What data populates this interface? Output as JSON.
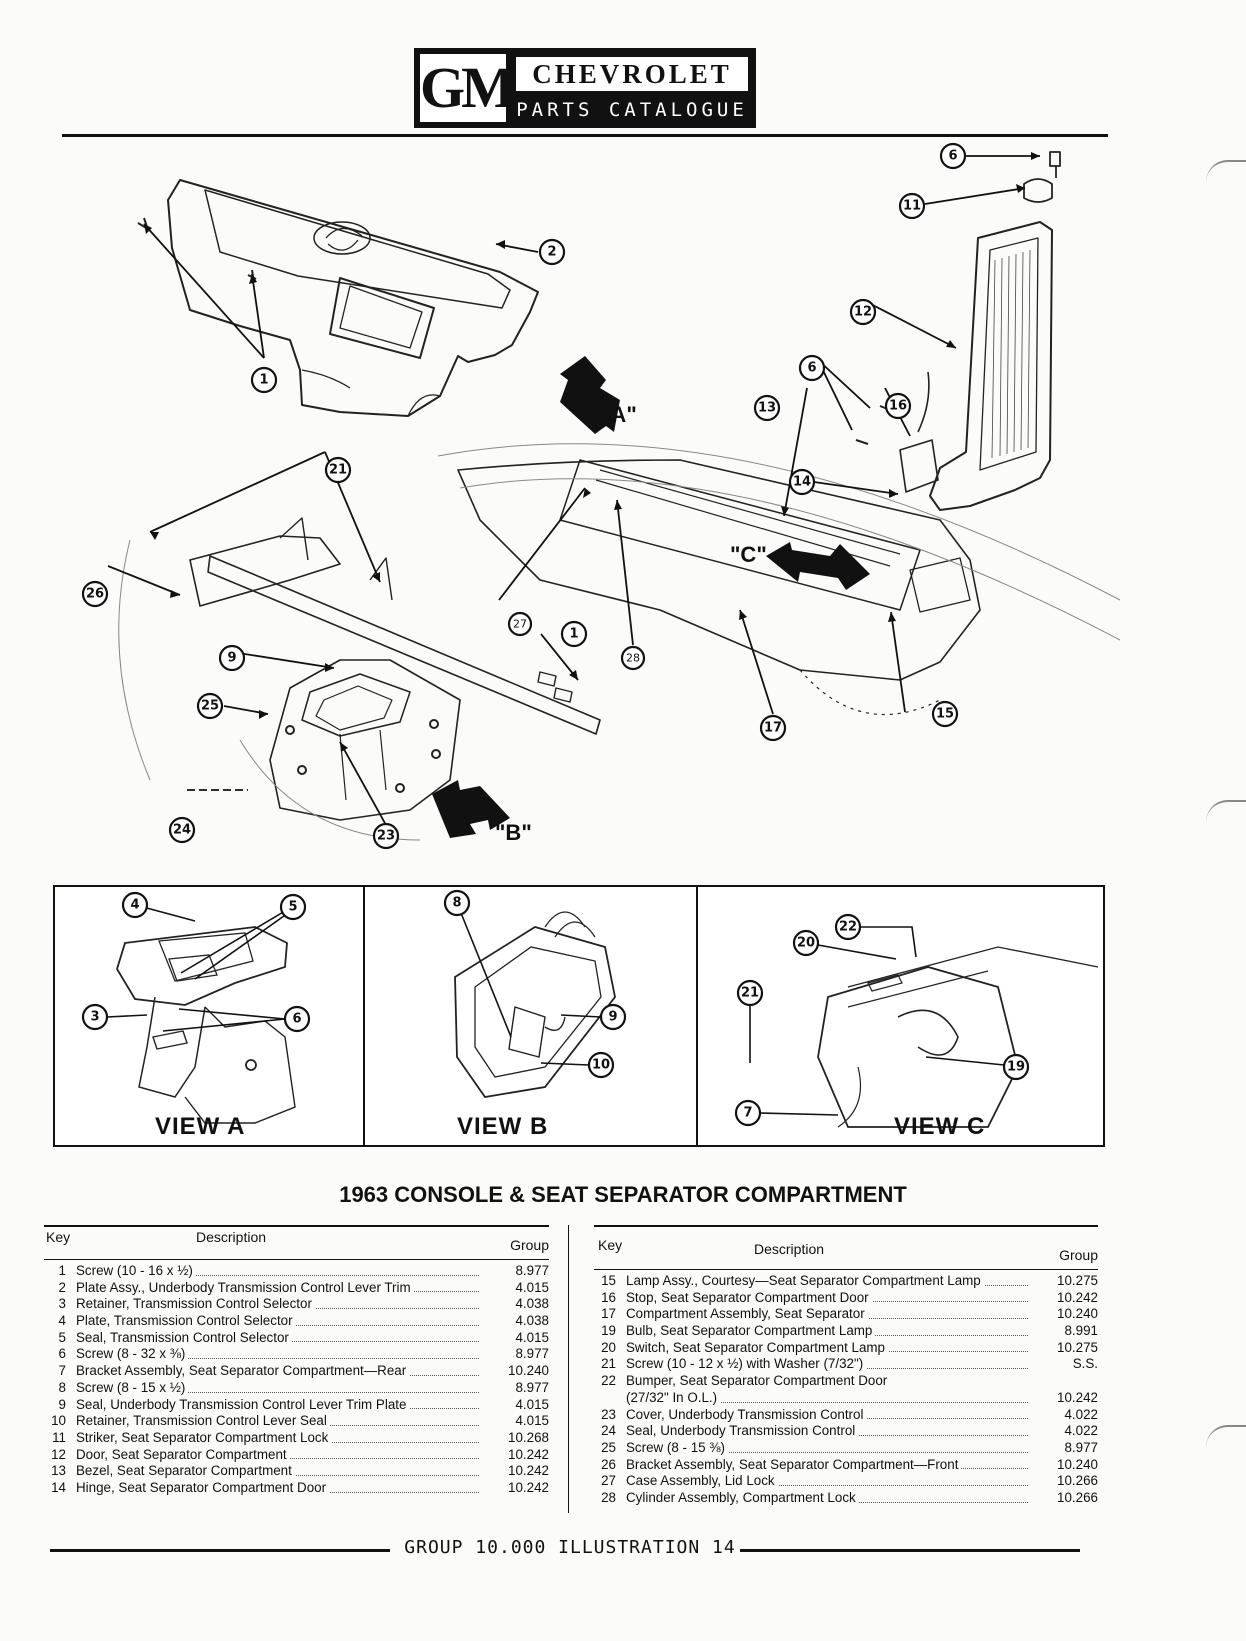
{
  "header": {
    "logo": "GM",
    "brand": "CHEVROLET",
    "subtitle": "PARTS CATALOGUE"
  },
  "diagram": {
    "direction_labels": [
      "\"A\"",
      "\"B\"",
      "\"C\""
    ],
    "callouts_main": [
      "1",
      "2",
      "6",
      "11",
      "12",
      "13",
      "6",
      "16",
      "14",
      "21",
      "26",
      "27",
      "28",
      "1",
      "9",
      "25",
      "24",
      "23",
      "17",
      "15"
    ],
    "views": [
      {
        "label": "VIEW A",
        "callouts": [
          "4",
          "5",
          "3",
          "6"
        ]
      },
      {
        "label": "VIEW B",
        "callouts": [
          "8",
          "9",
          "10"
        ]
      },
      {
        "label": "VIEW C",
        "callouts": [
          "22",
          "20",
          "21",
          "19",
          "7"
        ]
      }
    ]
  },
  "title": "1963 CONSOLE & SEAT SEPARATOR COMPARTMENT",
  "parts_left": {
    "headers": {
      "key": "Key",
      "description": "Description",
      "group": "Group"
    },
    "rows": [
      {
        "key": "1",
        "description": "Screw (10 - 16 x ½)",
        "group": "8.977"
      },
      {
        "key": "2",
        "description": "Plate Assy., Underbody Transmission Control Lever Trim",
        "group": "4.015"
      },
      {
        "key": "3",
        "description": "Retainer, Transmission Control Selector",
        "group": "4.038"
      },
      {
        "key": "4",
        "description": "Plate, Transmission Control Selector",
        "group": "4.038"
      },
      {
        "key": "5",
        "description": "Seal, Transmission Control Selector",
        "group": "4.015"
      },
      {
        "key": "6",
        "description": "Screw (8 - 32 x ⅜)",
        "group": "8.977"
      },
      {
        "key": "7",
        "description": "Bracket Assembly, Seat Separator Compartment—Rear",
        "group": "10.240"
      },
      {
        "key": "8",
        "description": "Screw (8 - 15 x ½)",
        "group": "8.977"
      },
      {
        "key": "9",
        "description": "Seal, Underbody Transmission Control Lever Trim Plate",
        "group": "4.015"
      },
      {
        "key": "10",
        "description": "Retainer, Transmission Control Lever Seal",
        "group": "4.015"
      },
      {
        "key": "11",
        "description": "Striker, Seat Separator Compartment Lock",
        "group": "10.268"
      },
      {
        "key": "12",
        "description": "Door, Seat Separator Compartment",
        "group": "10.242"
      },
      {
        "key": "13",
        "description": "Bezel, Seat Separator Compartment",
        "group": "10.242"
      },
      {
        "key": "14",
        "description": "Hinge, Seat Separator Compartment Door",
        "group": "10.242"
      }
    ]
  },
  "parts_right": {
    "headers": {
      "key": "Key",
      "description": "Description",
      "group": "Group"
    },
    "rows": [
      {
        "key": "15",
        "description": "Lamp Assy., Courtesy—Seat Separator Compartment Lamp",
        "group": "10.275"
      },
      {
        "key": "16",
        "description": "Stop, Seat Separator Compartment Door",
        "group": "10.242"
      },
      {
        "key": "17",
        "description": "Compartment Assembly, Seat Separator",
        "group": "10.240"
      },
      {
        "key": "19",
        "description": "Bulb, Seat Separator Compartment Lamp",
        "group": "8.991"
      },
      {
        "key": "20",
        "description": "Switch, Seat Separator Compartment Lamp",
        "group": "10.275"
      },
      {
        "key": "21",
        "description": "Screw (10 - 12 x ½) with Washer (7/32\")",
        "group": "S.S."
      },
      {
        "key": "22",
        "description": "Bumper, Seat Separator Compartment Door",
        "group": ""
      },
      {
        "key": "",
        "description": "(27/32\" In O.L.)",
        "group": "10.242"
      },
      {
        "key": "23",
        "description": "Cover, Underbody Transmission Control",
        "group": "4.022"
      },
      {
        "key": "24",
        "description": "Seal, Underbody Transmission Control",
        "group": "4.022"
      },
      {
        "key": "25",
        "description": "Screw (8 - 15 ⅜)",
        "group": "8.977"
      },
      {
        "key": "26",
        "description": "Bracket Assembly, Seat Separator Compartment—Front",
        "group": "10.240"
      },
      {
        "key": "27",
        "description": "Case Assembly, Lid Lock",
        "group": "10.266"
      },
      {
        "key": "28",
        "description": "Cylinder Assembly, Compartment Lock",
        "group": "10.266"
      }
    ]
  },
  "footer": "GROUP 10.000 ILLUSTRATION 14"
}
